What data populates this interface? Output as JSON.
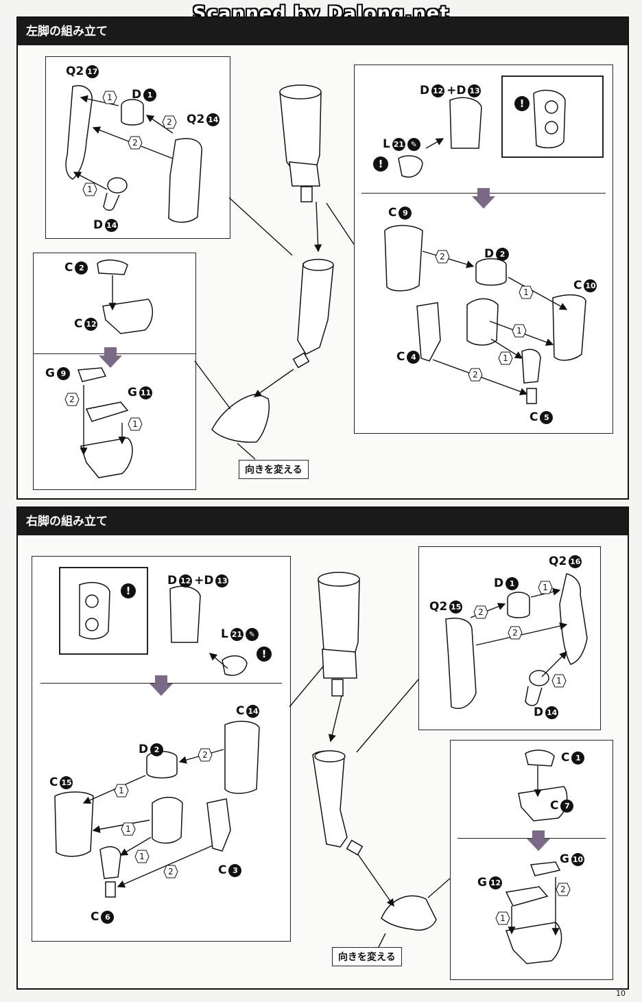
{
  "watermark": "Scanned by Dalong.net",
  "page_number": "10",
  "sections": {
    "left": {
      "title": "左脚の組み立て"
    },
    "right": {
      "title": "右脚の組み立て"
    }
  },
  "callout": "向きを変える",
  "left_labels": {
    "q2_17": {
      "prefix": "Q2",
      "num": "17"
    },
    "d_1": {
      "prefix": "D",
      "num": "1"
    },
    "q2_14": {
      "prefix": "Q2",
      "num": "14"
    },
    "d_14": {
      "prefix": "D",
      "num": "14"
    },
    "c_2": {
      "prefix": "C",
      "num": "2"
    },
    "c_12": {
      "prefix": "C",
      "num": "12"
    },
    "g_9": {
      "prefix": "G",
      "num": "9"
    },
    "g_11": {
      "prefix": "G",
      "num": "11"
    },
    "d12_d13": {
      "prefix": "D",
      "num": "12",
      "plus": "+D",
      "num2": "13"
    },
    "l_21": {
      "prefix": "L",
      "num": "21"
    },
    "c_9": {
      "prefix": "C",
      "num": "9"
    },
    "d_2": {
      "prefix": "D",
      "num": "2"
    },
    "c_10": {
      "prefix": "C",
      "num": "10"
    },
    "c_4": {
      "prefix": "C",
      "num": "4"
    },
    "c_5": {
      "prefix": "C",
      "num": "5"
    }
  },
  "right_labels": {
    "d12_d13": {
      "prefix": "D",
      "num": "12",
      "plus": "+D",
      "num2": "13"
    },
    "l_21": {
      "prefix": "L",
      "num": "21"
    },
    "c_14": {
      "prefix": "C",
      "num": "14"
    },
    "d_2": {
      "prefix": "D",
      "num": "2"
    },
    "c_15": {
      "prefix": "C",
      "num": "15"
    },
    "c_3": {
      "prefix": "C",
      "num": "3"
    },
    "c_6": {
      "prefix": "C",
      "num": "6"
    },
    "q2_16": {
      "prefix": "Q2",
      "num": "16"
    },
    "d_1": {
      "prefix": "D",
      "num": "1"
    },
    "q2_15": {
      "prefix": "Q2",
      "num": "15"
    },
    "d_14": {
      "prefix": "D",
      "num": "14"
    },
    "c_1": {
      "prefix": "C",
      "num": "1"
    },
    "c_7": {
      "prefix": "C",
      "num": "7"
    },
    "g_10": {
      "prefix": "G",
      "num": "10"
    },
    "g_12": {
      "prefix": "G",
      "num": "12"
    }
  },
  "step": {
    "one": "1",
    "two": "2"
  },
  "warn_mark": "!"
}
